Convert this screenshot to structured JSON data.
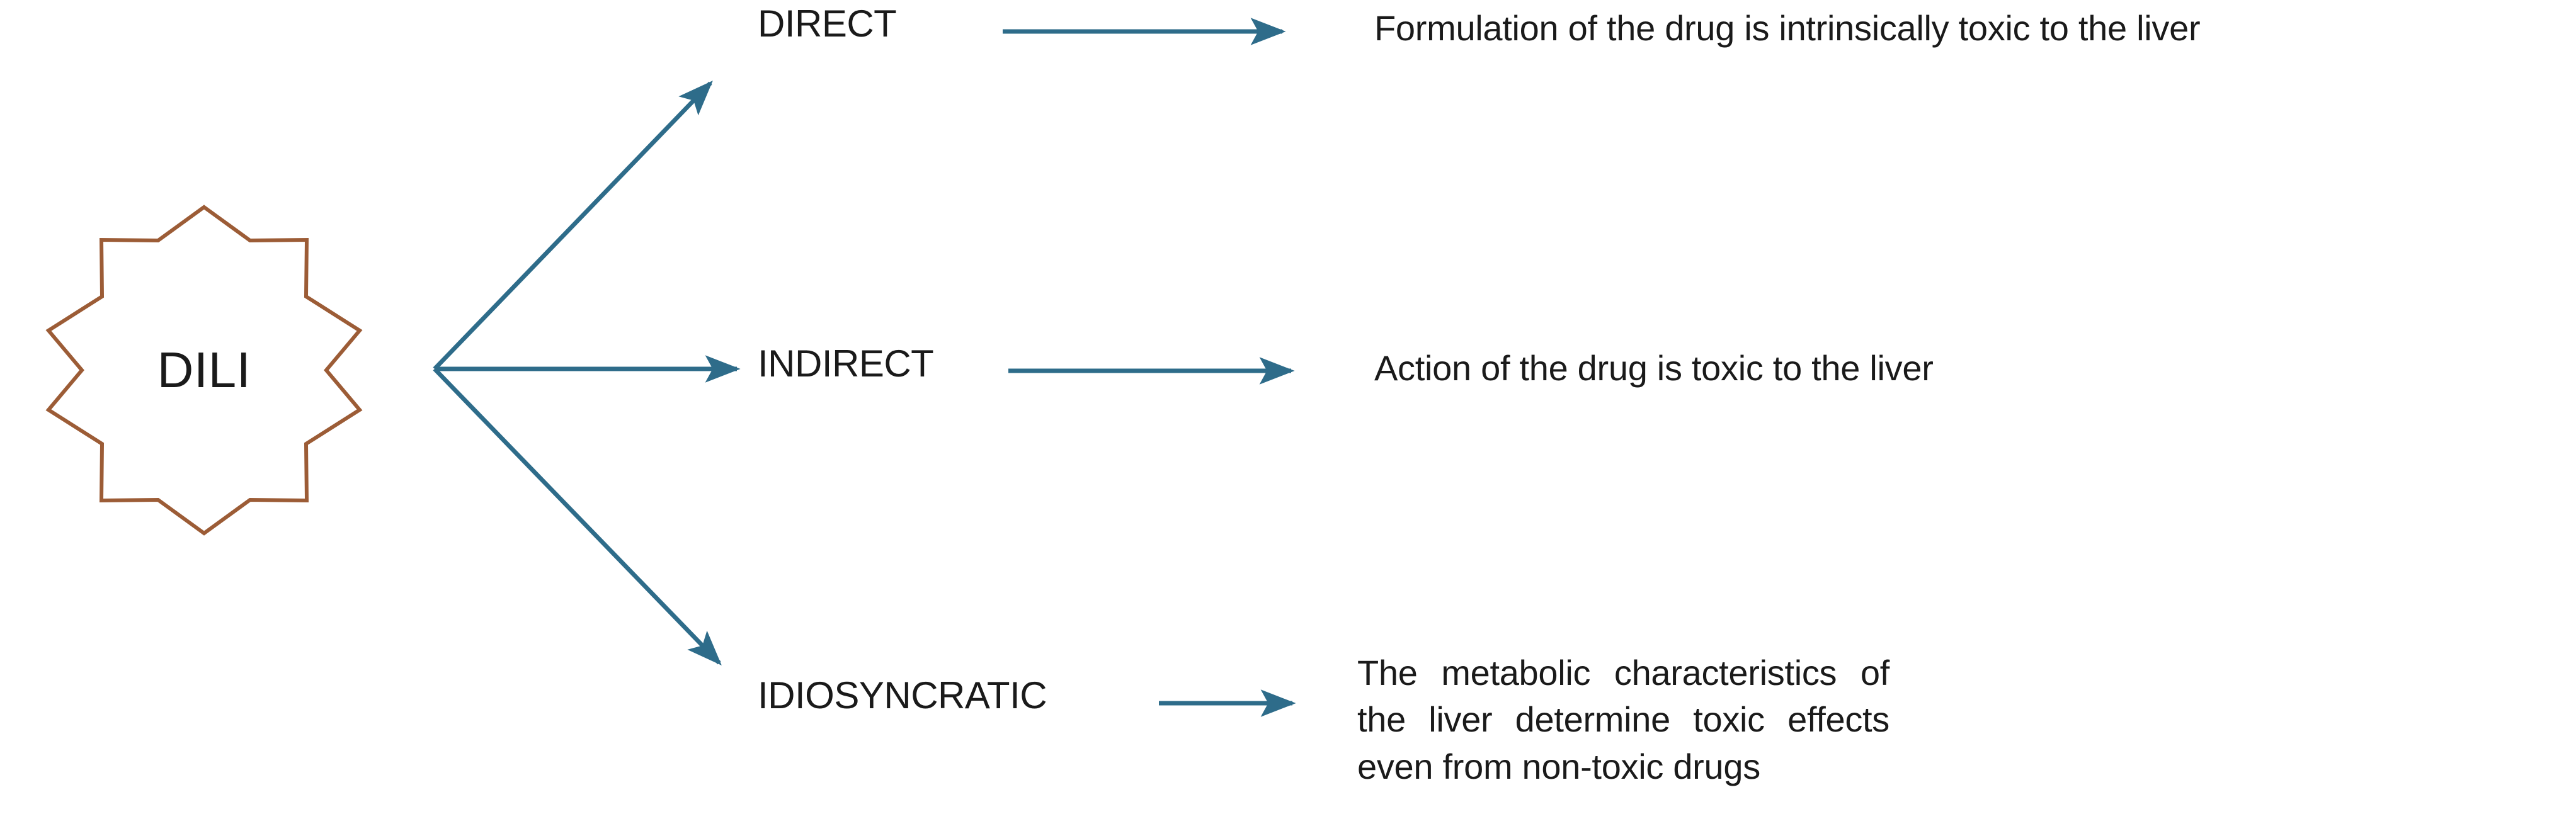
{
  "diagram": {
    "title": "DILI classification diagram",
    "colors": {
      "star_outline": "#9C5C36",
      "arrow": "#2E6C8A",
      "text": "#1A1A1A",
      "background": "#FFFFFF"
    },
    "root": {
      "label": "DILI",
      "shape": "12-point-star"
    },
    "branches": [
      {
        "key": "direct",
        "label": "DIRECT",
        "description": "Formulation of the drug is intrinsically toxic to the liver"
      },
      {
        "key": "indirect",
        "label": "INDIRECT",
        "description": "Action of the drug is toxic to the liver"
      },
      {
        "key": "idiosyncratic",
        "label": "IDIOSYNCRATIC",
        "description": "The metabolic characteristics of the liver determine toxic effects even from non-toxic drugs"
      }
    ]
  }
}
